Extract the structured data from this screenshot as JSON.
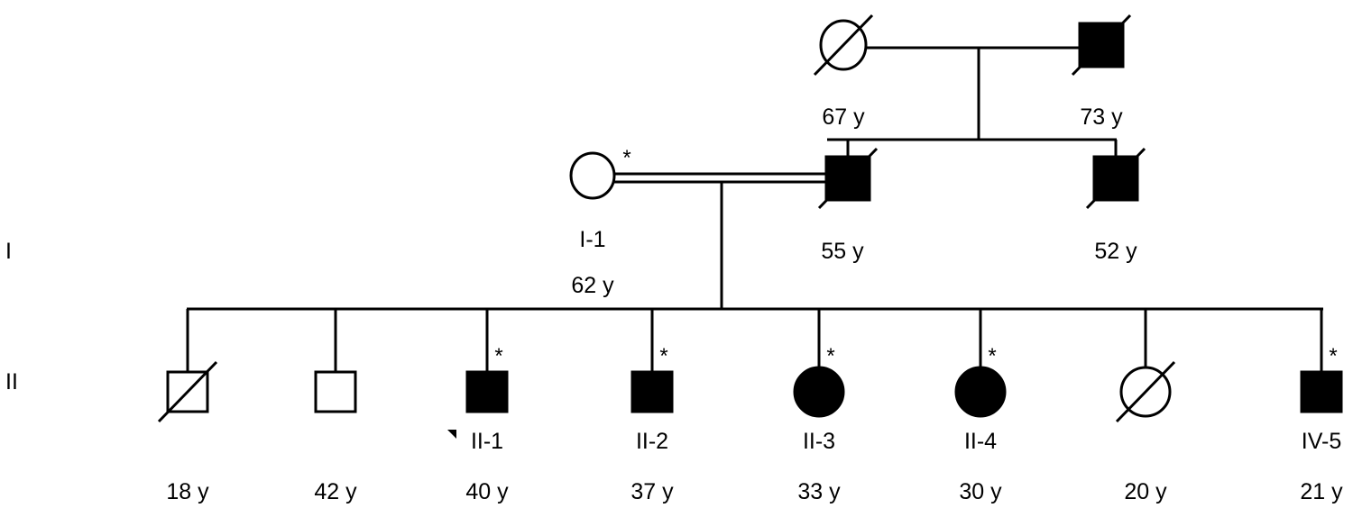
{
  "generation_labels": [
    "I",
    "II"
  ],
  "grandparents": [
    {
      "sex": "female",
      "affected": false,
      "deceased": true,
      "age": "67 y"
    },
    {
      "sex": "male",
      "affected": true,
      "deceased": true,
      "age": "73 y"
    }
  ],
  "parent_generation": [
    {
      "sex": "female",
      "affected": false,
      "deceased": false,
      "id": "I-1",
      "age": "62 y",
      "tested": true,
      "tested_mark": "*"
    },
    {
      "sex": "male",
      "affected": true,
      "deceased": true,
      "age": "55 y"
    },
    {
      "sex": "male",
      "affected": true,
      "deceased": true,
      "age": "52 y"
    }
  ],
  "consanguineous_union": true,
  "children": [
    {
      "sex": "male",
      "affected": false,
      "deceased": true,
      "id": "",
      "age": "18 y",
      "tested": false
    },
    {
      "sex": "male",
      "affected": false,
      "deceased": false,
      "id": "",
      "age": "42 y",
      "tested": false
    },
    {
      "sex": "male",
      "affected": true,
      "deceased": false,
      "id": "II-1",
      "age": "40 y",
      "tested": true,
      "proband": true
    },
    {
      "sex": "male",
      "affected": true,
      "deceased": false,
      "id": "II-2",
      "age": "37 y",
      "tested": true
    },
    {
      "sex": "female",
      "affected": true,
      "deceased": false,
      "id": "II-3",
      "age": "33 y",
      "tested": true
    },
    {
      "sex": "female",
      "affected": true,
      "deceased": false,
      "id": "II-4",
      "age": "30 y",
      "tested": true
    },
    {
      "sex": "female",
      "affected": false,
      "deceased": true,
      "id": "",
      "age": "20 y",
      "tested": false
    },
    {
      "sex": "male",
      "affected": true,
      "deceased": false,
      "id": "IV-5",
      "age": "21 y",
      "tested": true
    }
  ],
  "tested_mark": "*"
}
